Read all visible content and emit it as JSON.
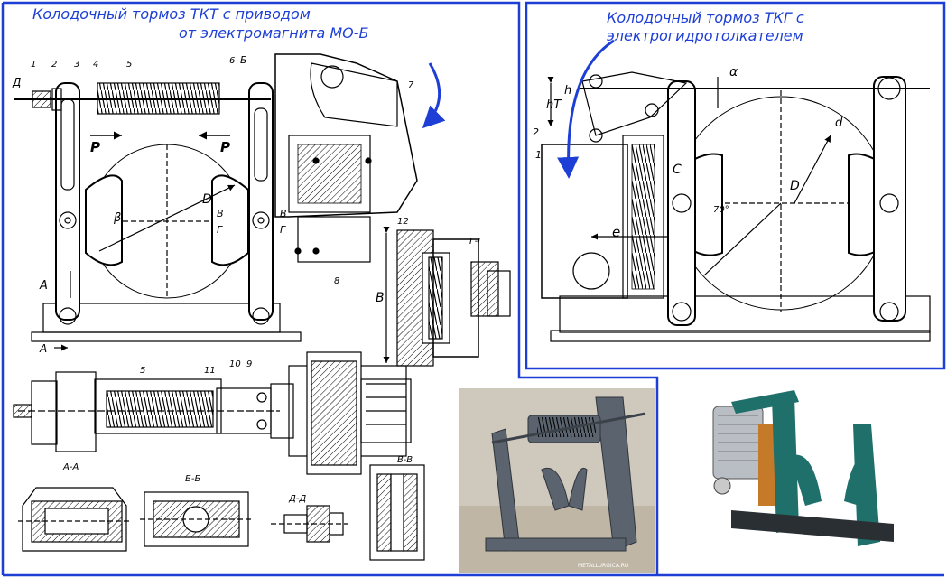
{
  "left_title": {
    "line1": "Колодочный тормоз ТКТ с приводом",
    "line2": "от электромагнита МО-Б"
  },
  "right_title": {
    "line1": "Колодочный тормоз ТКГ с",
    "line2": "электрогидротолкателем"
  },
  "left_labels": {
    "n1": "1",
    "n2": "2",
    "n3": "3",
    "n4": "4",
    "n5": "5",
    "n6": "6",
    "n7": "7",
    "n8": "8",
    "n9": "9",
    "n10": "10",
    "n11": "11",
    "n12": "12",
    "n5b": "5",
    "D_letter": "Д",
    "B_letter_top": "Б",
    "P_left": "P",
    "P_right": "P",
    "beta": "β",
    "D_diam": "D",
    "A_letter": "A",
    "A_arrow": "A",
    "B_sec": "B",
    "G_sec": "Г",
    "B_sec2": "B",
    "G_sec2": "Г",
    "G_G": "Г-Г",
    "B_dim": "B",
    "sec_AA": "A-A",
    "sec_BB": "Б-Б",
    "sec_DD": "Д-Д",
    "sec_VV": "B-B"
  },
  "right_labels": {
    "n1": "1",
    "n2": "2",
    "hT": "hT",
    "h": "h",
    "alpha": "α",
    "d": "d",
    "D": "D",
    "C": "C",
    "e": "e",
    "angle70": "70°"
  },
  "photo": {
    "watermark": "METALLURGICA.RU"
  },
  "colors": {
    "accent": "#1e3fd6",
    "frame": "#1e3fd6",
    "ink": "#000000",
    "photo_gray": "#5b646e",
    "photo_green": "#1f6f6a"
  }
}
